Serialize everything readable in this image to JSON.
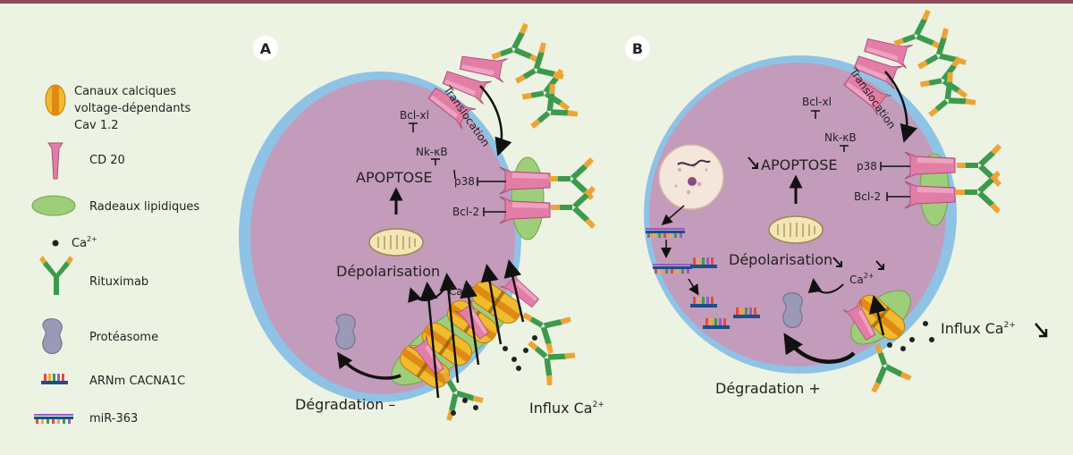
{
  "colors": {
    "background": "#edf3e3",
    "top_bar": "#8e4a5a",
    "cell_cytoplasm": "#c39bbb",
    "cell_membrane": "#8ec3e6",
    "cd20": "#e27ea6",
    "lipid_raft": "#9fce7a",
    "rituximab_green": "#3c9a4c",
    "rituximab_orange": "#eea435",
    "calcium_channel": "#f0bb2c",
    "proteasome": "#9a9ab6",
    "calcium_ion": "#222222"
  },
  "legend": {
    "channels": [
      "Canaux calciques",
      "voltage-dépendants",
      "Cav 1.2"
    ],
    "cd20": "CD 20",
    "lipid_rafts": "Radeaux lipidiques",
    "calcium_base": "Ca",
    "calcium_sup": "2+",
    "rituximab": "Rituximab",
    "proteasome": "Protéasome",
    "mrna": "ARNm CACNA1C",
    "mir": "miR-363"
  },
  "panel_a": {
    "marker": "A",
    "translocation": "Translocation",
    "bclxl": "Bcl-xl",
    "nkkb": "Nk-κB",
    "p38": "p38",
    "bcl2": "Bcl-2",
    "apoptose": "APOPTOSE",
    "depolarisation": "Dépolarisation",
    "ca_base": "Ca",
    "ca_sup": "2+",
    "degradation": "Dégradation –",
    "influx_base": "Influx Ca",
    "influx_sup": "2+"
  },
  "panel_b": {
    "marker": "B",
    "translocation": "Translocation",
    "bclxl": "Bcl-xl",
    "nkkb": "Nk-κB",
    "p38": "p38",
    "bcl2": "Bcl-2",
    "apoptose": "APOPTOSE",
    "depolarisation": "Dépolarisation",
    "ca_base": "Ca",
    "ca_sup": "2+",
    "degradation": "Dégradation +",
    "influx_base": "Influx Ca",
    "influx_sup": "2+"
  }
}
